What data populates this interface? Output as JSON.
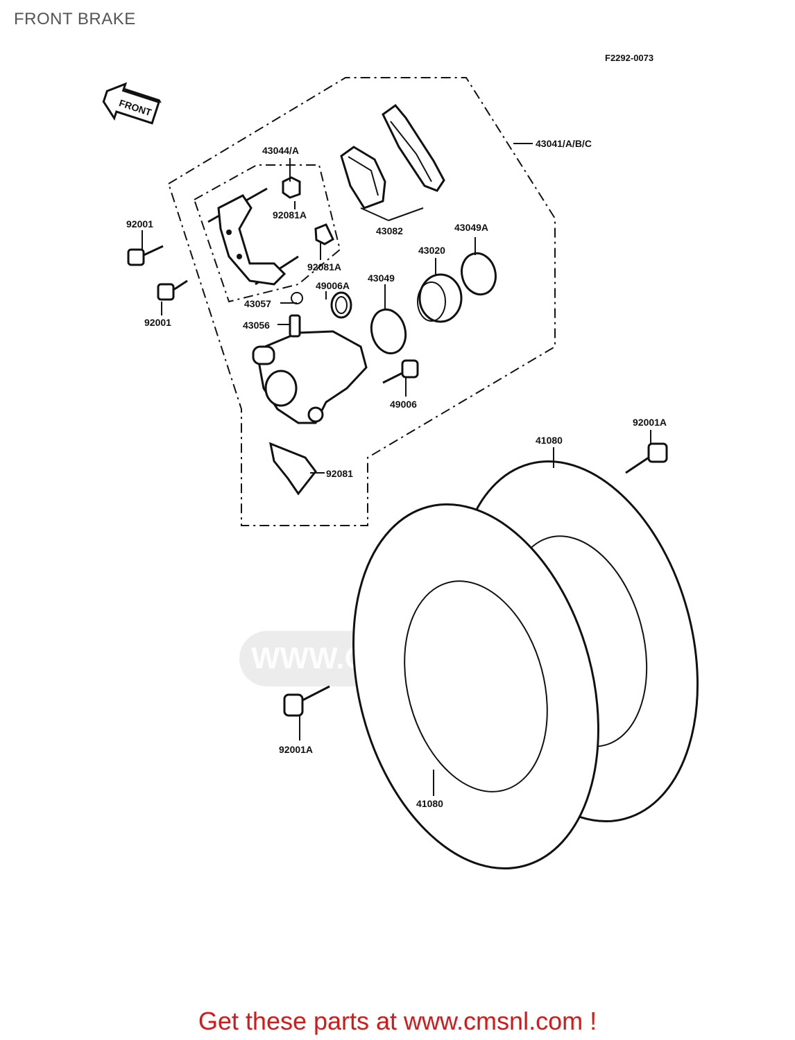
{
  "page": {
    "title": "FRONT BRAKE",
    "diagram_code": "F2292-0073",
    "footer": "Get these parts at www.cmsnl.com !",
    "watermark": "WWW.CMSNL.COM"
  },
  "front_arrow": "FRONT",
  "labels": {
    "l_43041": "43041/A/B/C",
    "l_43044": "43044/A",
    "l_92081a_top": "92081A",
    "l_92081a_mid": "92081A",
    "l_43082": "43082",
    "l_92001_top": "92001",
    "l_92001_bot": "92001",
    "l_43049a": "43049A",
    "l_43020": "43020",
    "l_43049": "43049",
    "l_49006a": "49006A",
    "l_43057": "43057",
    "l_43056": "43056",
    "l_49006": "49006",
    "l_92081": "92081",
    "l_92001a_right": "92001A",
    "l_41080_top": "41080",
    "l_92001a_left": "92001A",
    "l_41080_bot": "41080"
  },
  "colors": {
    "ink": "#111111",
    "title": "#555555",
    "footer": "#d11a1a"
  }
}
